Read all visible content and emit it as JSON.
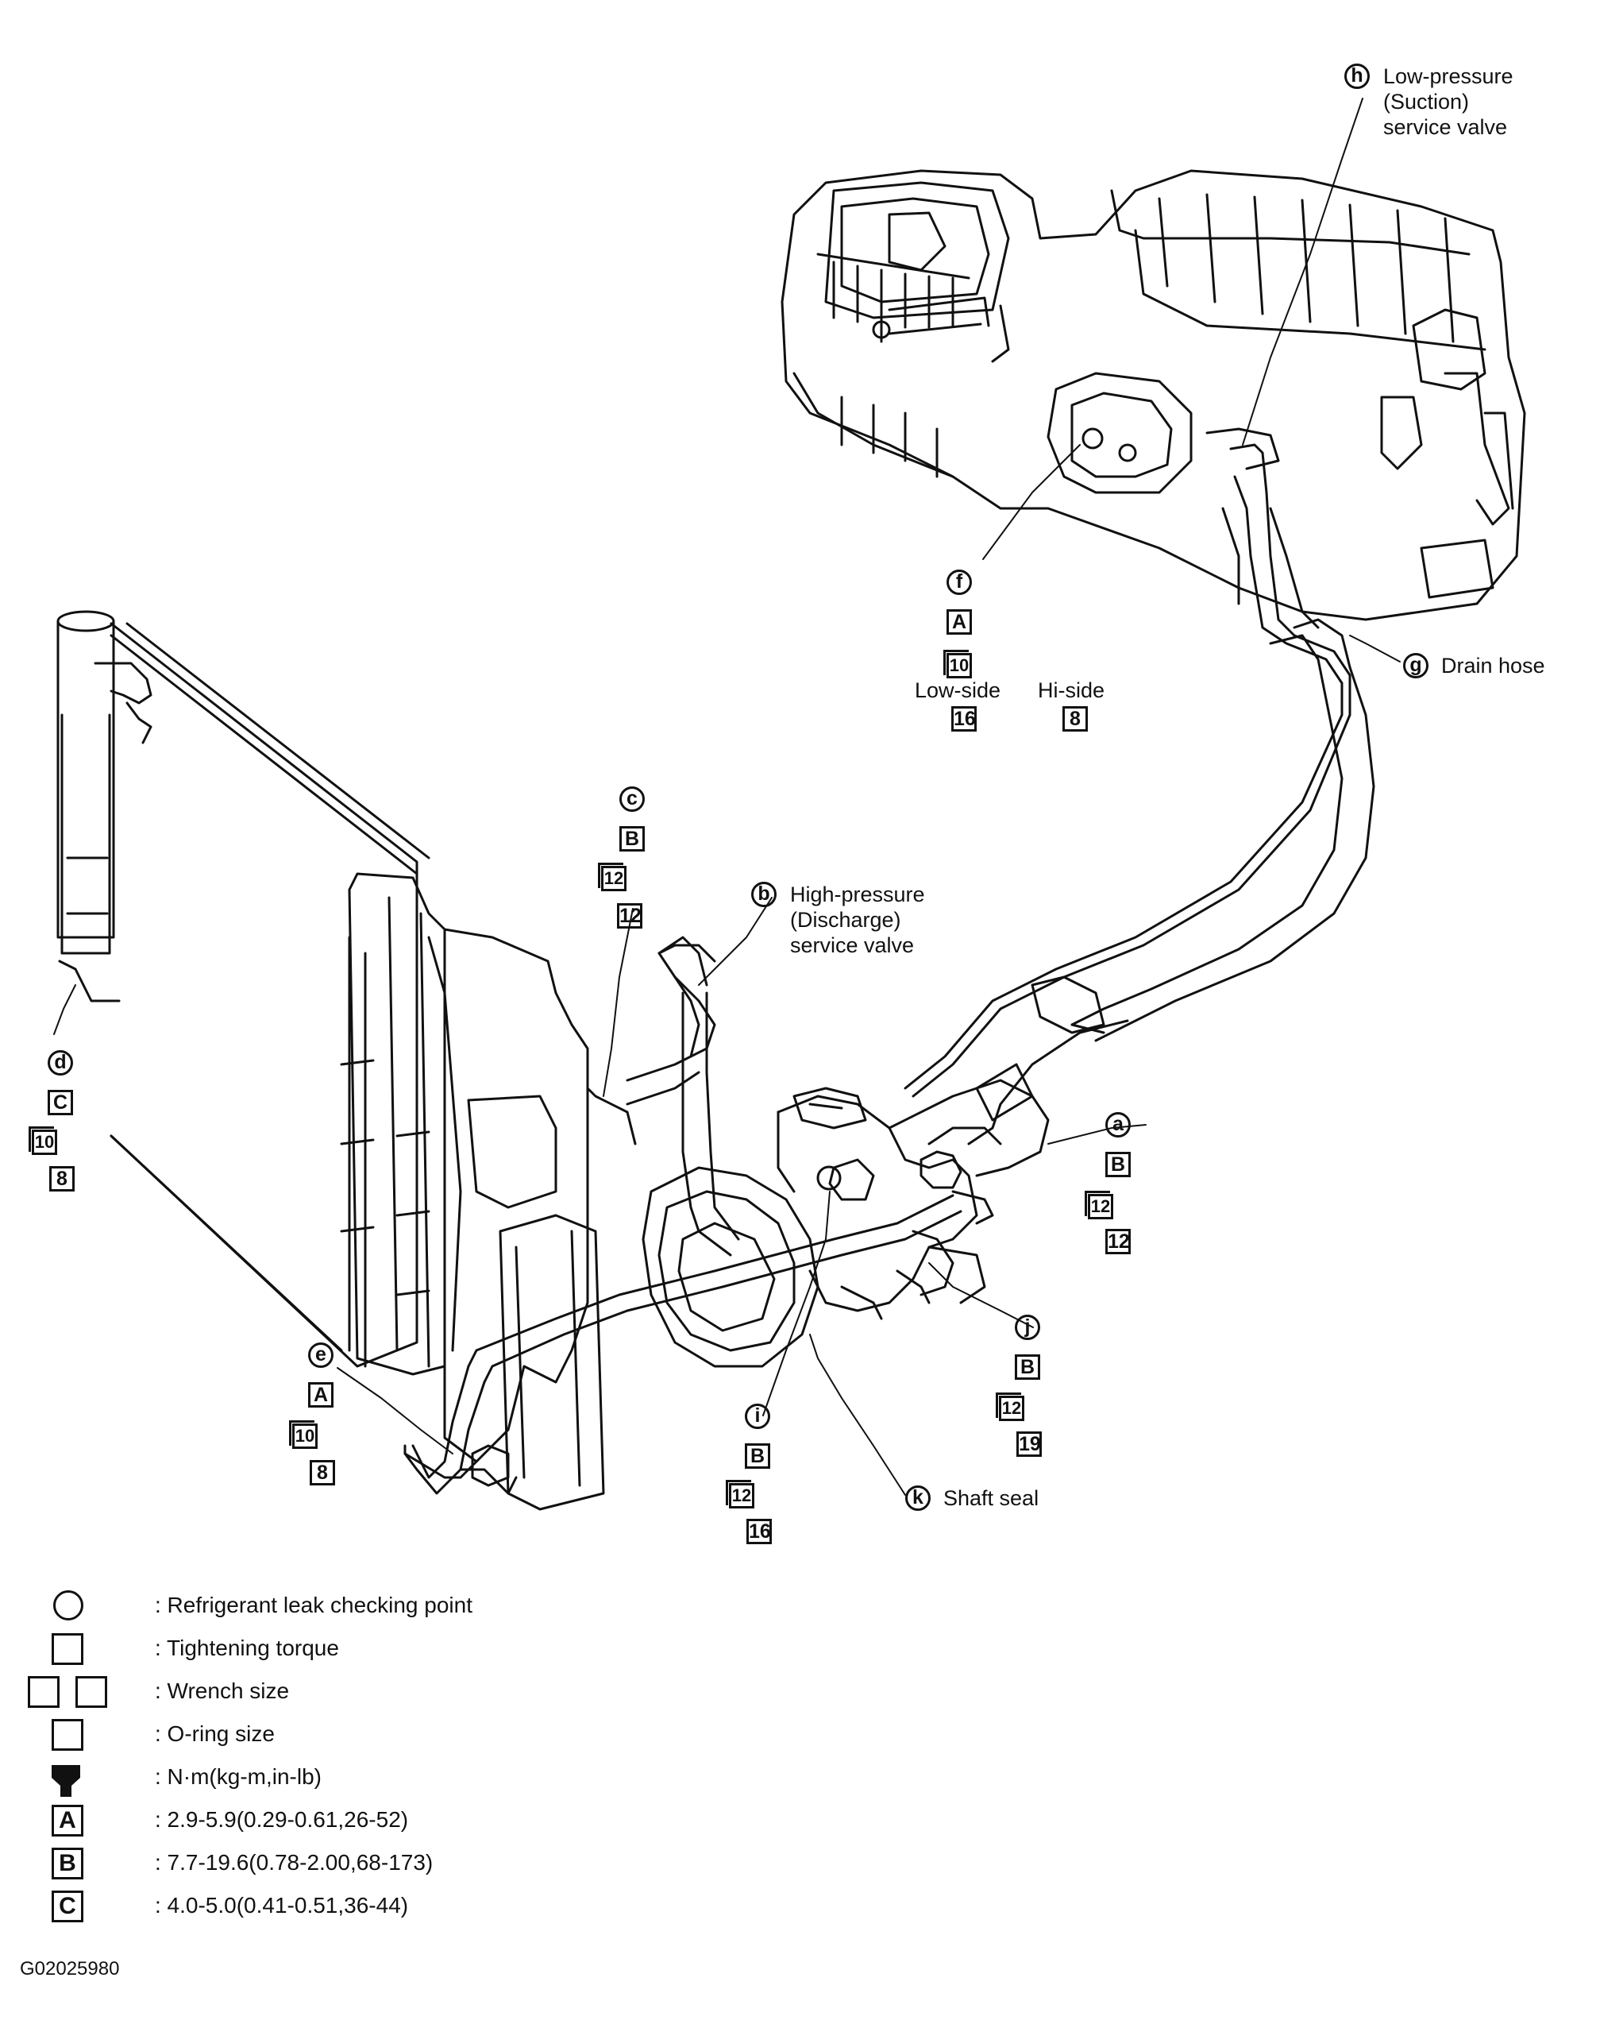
{
  "callouts": {
    "a": {
      "letter": "a",
      "torque": "B",
      "wrench": "12",
      "oring": "12"
    },
    "b": {
      "letter": "b",
      "name_lines": [
        "High-pressure",
        "(Discharge)",
        "service valve"
      ]
    },
    "c": {
      "letter": "c",
      "torque": "B",
      "wrench": "12",
      "oring": "12"
    },
    "d": {
      "letter": "d",
      "torque": "C",
      "wrench": "10",
      "oring": "8"
    },
    "e": {
      "letter": "e",
      "torque": "A",
      "wrench": "10",
      "oring": "8"
    },
    "f": {
      "letter": "f",
      "torque": "A",
      "wrench": "10",
      "low_label": "Low-side",
      "low_oring": "16",
      "hi_label": "Hi-side",
      "hi_oring": "8"
    },
    "g": {
      "letter": "g",
      "name": "Drain hose"
    },
    "h": {
      "letter": "h",
      "name_lines": [
        "Low-pressure",
        "(Suction)",
        "service valve"
      ]
    },
    "i": {
      "letter": "i",
      "torque": "B",
      "wrench": "12",
      "oring": "16"
    },
    "j": {
      "letter": "j",
      "torque": "B",
      "wrench": "12",
      "oring": "19"
    },
    "k": {
      "letter": "k",
      "name": "Shaft seal"
    }
  },
  "legend": [
    {
      "symbol": "circle-icon",
      "text": ": Refrigerant leak checking point"
    },
    {
      "symbol": "square-icon",
      "text": ": Tightening torque"
    },
    {
      "symbol": "double-square-icon",
      "text": ": Wrench size"
    },
    {
      "symbol": "square-icon",
      "text": ": O-ring size"
    },
    {
      "symbol": "torque-wrench-icon",
      "text": ": N·m(kg-m,in-lb)"
    },
    {
      "symbol": "A",
      "text": ": 2.9-5.9(0.29-0.61,26-52)"
    },
    {
      "symbol": "B",
      "text": ": 7.7-19.6(0.78-2.00,68-173)"
    },
    {
      "symbol": "C",
      "text": ": 4.0-5.0(0.41-0.51,36-44)"
    }
  ],
  "figure_id": "G02025980"
}
